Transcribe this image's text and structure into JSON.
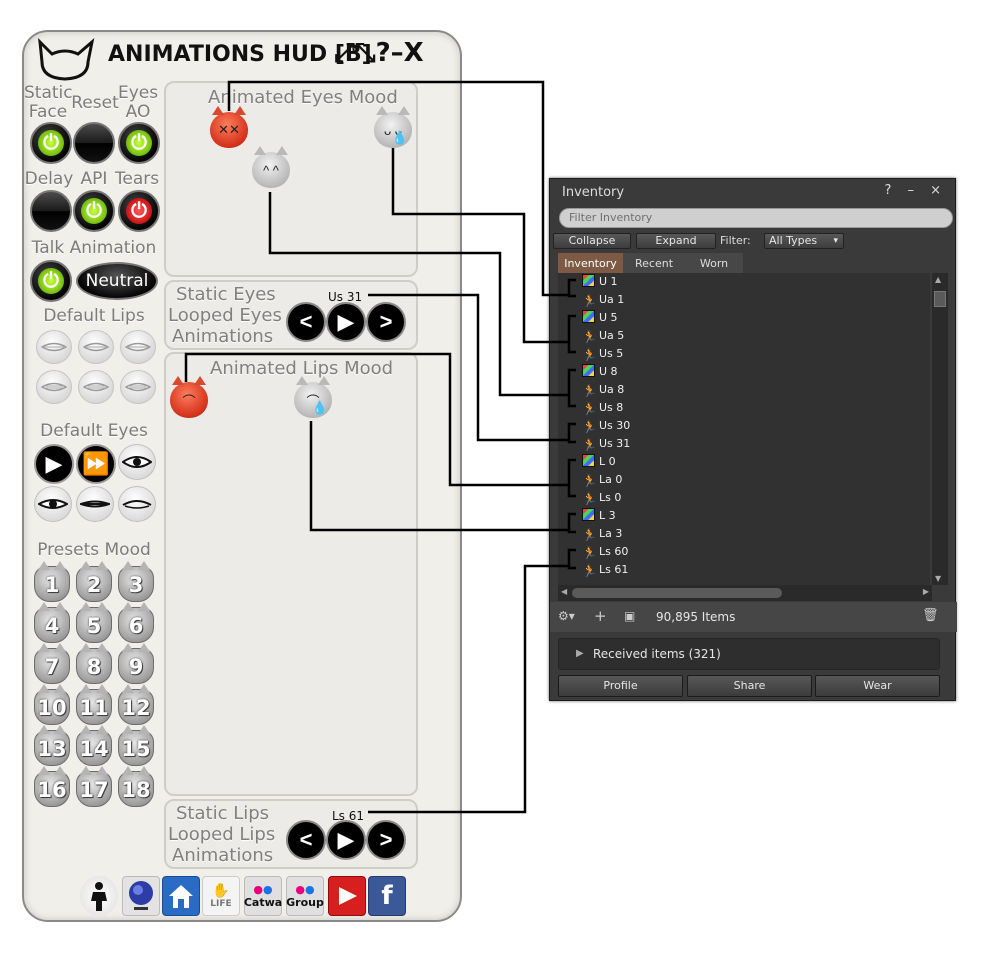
{
  "hud": {
    "title": "ANIMATIONS HUD [B]",
    "title_buttons": "⤢⤡?–X",
    "labels": {
      "static_face": "Static Face",
      "reset": "Reset",
      "eyes_ao": "Eyes AO",
      "delay": "Delay",
      "api": "API",
      "tears": "Tears",
      "talk_animation": "Talk Animation",
      "neutral": "Neutral",
      "default_lips": "Default Lips",
      "default_eyes": "Default Eyes",
      "presets_mood": "Presets Mood"
    },
    "panels": {
      "animated_eyes_mood": "Animated Eyes Mood",
      "static_eyes": "Static Eyes",
      "looped_eyes": "Looped Eyes",
      "eyes_animations": "Animations",
      "eyes_current": "Us 31",
      "animated_lips_mood": "Animated Lips Mood",
      "static_lips": "Static Lips",
      "looped_lips": "Looped Lips",
      "lips_animations": "Animations",
      "lips_current": "Ls 61"
    },
    "presets": [
      "1",
      "2",
      "3",
      "4",
      "5",
      "6",
      "7",
      "8",
      "9",
      "10",
      "11",
      "12",
      "13",
      "14",
      "15",
      "16",
      "17",
      "18"
    ],
    "bottom_icons": {
      "marketplace": "LIFE",
      "catwa": "Catwa",
      "group": "Group"
    },
    "colors": {
      "power_green": "#7fc714",
      "power_red": "#d21c1c",
      "face_red": "#d3311a"
    }
  },
  "inventory": {
    "title": "Inventory",
    "title_buttons": "? – ×",
    "filter_placeholder": "Filter Inventory",
    "collapse": "Collapse",
    "expand": "Expand",
    "filter_label": "Filter:",
    "filter_value": "All Types",
    "tabs": [
      "Inventory",
      "Recent",
      "Worn"
    ],
    "items": [
      {
        "name": "U 1",
        "icon": "gesture"
      },
      {
        "name": "Ua 1",
        "icon": "anim"
      },
      {
        "name": "U 5",
        "icon": "gesture"
      },
      {
        "name": "Ua 5",
        "icon": "anim"
      },
      {
        "name": "Us 5",
        "icon": "anim"
      },
      {
        "name": "U 8",
        "icon": "gesture"
      },
      {
        "name": "Ua 8",
        "icon": "anim"
      },
      {
        "name": "Us 8",
        "icon": "anim"
      },
      {
        "name": "Us 30",
        "icon": "anim"
      },
      {
        "name": "Us 31",
        "icon": "anim"
      },
      {
        "name": "L 0",
        "icon": "gesture"
      },
      {
        "name": "La 0",
        "icon": "anim"
      },
      {
        "name": "Ls 0",
        "icon": "anim"
      },
      {
        "name": "L 3",
        "icon": "gesture"
      },
      {
        "name": "La 3",
        "icon": "anim"
      },
      {
        "name": "Ls 60",
        "icon": "anim"
      },
      {
        "name": "Ls 61",
        "icon": "anim"
      }
    ],
    "item_count": "90,895 Items",
    "received": "Received items (321)",
    "buttons": [
      "Profile",
      "Share",
      "Wear"
    ],
    "colors": {
      "active_tab": "#7e5943"
    }
  }
}
